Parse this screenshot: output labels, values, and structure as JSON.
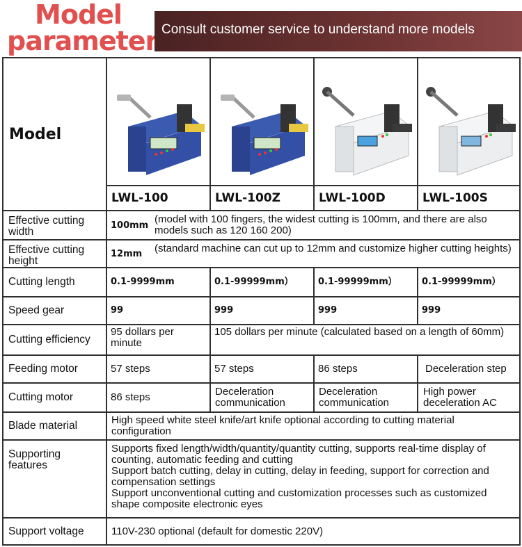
{
  "header": {
    "title_line1": "Model",
    "title_line2": "parameters",
    "banner_text": "Consult customer service to understand more models"
  },
  "colors": {
    "title": "#e14f4f",
    "banner": "#5a2a2a",
    "machine_blue": "#2f4b9a",
    "machine_white": "#eef0f2"
  },
  "table": {
    "model_label": "Model",
    "models": [
      {
        "name": "LWL-100",
        "image": "blue-cutting-machine"
      },
      {
        "name": "LWL-100Z",
        "image": "blue-cutting-machine"
      },
      {
        "name": "LWL-100D",
        "image": "white-cutting-machine"
      },
      {
        "name": "LWL-100S",
        "image": "white-cutting-machine"
      }
    ],
    "width": {
      "label": "Effective cutting width",
      "value": "100mm",
      "note": "(model with 100 fingers, the widest cutting is 100mm, and there are also models such as 120 160 200)"
    },
    "height": {
      "label": "Effective cutting height",
      "value": "12mm",
      "note": "(standard machine can cut up to 12mm and customize higher cutting heights)"
    },
    "length": {
      "label": "Cutting length",
      "values": [
        "0.1-9999mm",
        "0.1-99999mm）",
        "0.1-99999mm）",
        "0.1-99999mm）"
      ]
    },
    "speed": {
      "label": "Speed gear",
      "values": [
        "99",
        "999",
        "999",
        "999"
      ]
    },
    "efficiency": {
      "label": "Cutting efficiency",
      "first": "95 dollars per minute",
      "rest": "105 dollars per minute (calculated based on a length of 60mm)"
    },
    "feeding": {
      "label": "Feeding motor",
      "values": [
        "57 steps",
        "57 steps",
        "86 steps",
        "Deceleration step"
      ]
    },
    "cutting_motor": {
      "label": "Cutting motor",
      "values": [
        "86 steps",
        "Deceleration communication",
        "Deceleration communication",
        "High power deceleration AC"
      ]
    },
    "blade": {
      "label": "Blade material",
      "value": "High speed white steel knife/art knife optional according to cutting material configuration"
    },
    "features": {
      "label": "Supporting features",
      "lines": [
        "Supports fixed length/width/quantity/quantity cutting, supports real-time display of counting, automatic feeding and cutting",
        "Support batch cutting, delay in cutting, delay in feeding, support for correction and compensation settings",
        "Support unconventional cutting and customization processes such as customized shape composite electronic eyes"
      ]
    },
    "voltage": {
      "label": "Support voltage",
      "value": "110V-230 optional (default for domestic 220V)"
    }
  }
}
